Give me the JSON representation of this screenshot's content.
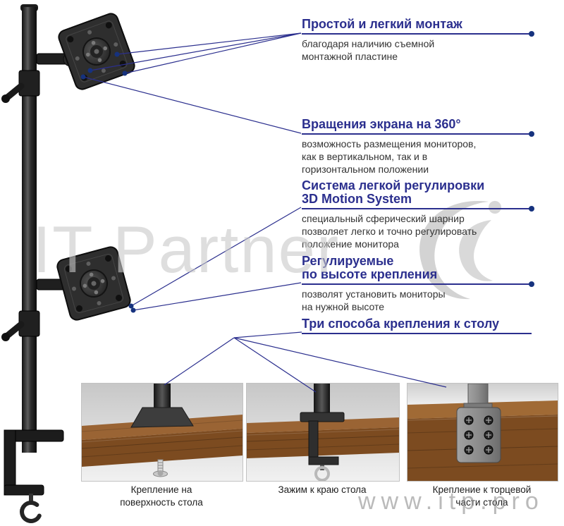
{
  "watermark": {
    "brand": "IT Partner",
    "site": "www.itp.pro"
  },
  "colors": {
    "accent_blue": "#2b2f8e",
    "dot_blue": "#16327e",
    "body_text": "#333333",
    "watermark_gray": "#c9c9c9",
    "wood_brown": "#7c4b20"
  },
  "annotations": [
    {
      "title": "Простой и легкий монтаж",
      "body": "благодаря наличию съемной\nмонтажной пластине"
    },
    {
      "title": "Вращения экрана на 360°",
      "body": "возможность размещения мониторов,\nкак в вертикальном, так и в\nгоризонтальном положении"
    },
    {
      "title": "Система легкой регулировки\n3D Motion System",
      "body": "специальный сферический шарнир\nпозволяет легко и точно регулировать\nположение монитора"
    },
    {
      "title": "Регулируемые\nпо высоте крепления",
      "body": "позволят установить мониторы\nна нужной высоте"
    },
    {
      "title": "Три способа крепления к столу",
      "body": ""
    }
  ],
  "mount_options": [
    {
      "caption": "Крепление на\nповерхность стола"
    },
    {
      "caption": "Зажим к краю стола"
    },
    {
      "caption": "Крепление к торцевой\nчасти стола"
    }
  ]
}
